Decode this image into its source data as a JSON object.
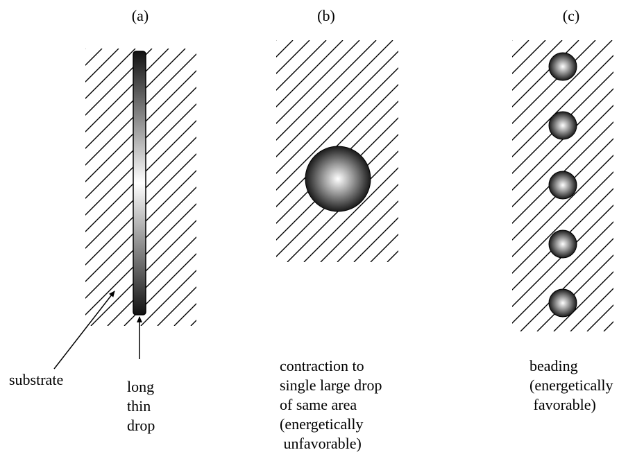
{
  "panels": [
    {
      "tag": "(a)",
      "labels": {
        "substrate": "substrate",
        "drop": [
          "long",
          "thin",
          "drop"
        ]
      }
    },
    {
      "tag": "(b)",
      "caption": [
        "contraction to",
        "single large drop",
        "of same area",
        "(energetically",
        " unfavorable)"
      ]
    },
    {
      "tag": "(c)",
      "caption": [
        "beading",
        "(energetically",
        " favorable)"
      ]
    }
  ],
  "colors": {
    "hatch": "#000000",
    "drop_dark": "#1a1a1a",
    "drop_light": "#ffffff"
  }
}
